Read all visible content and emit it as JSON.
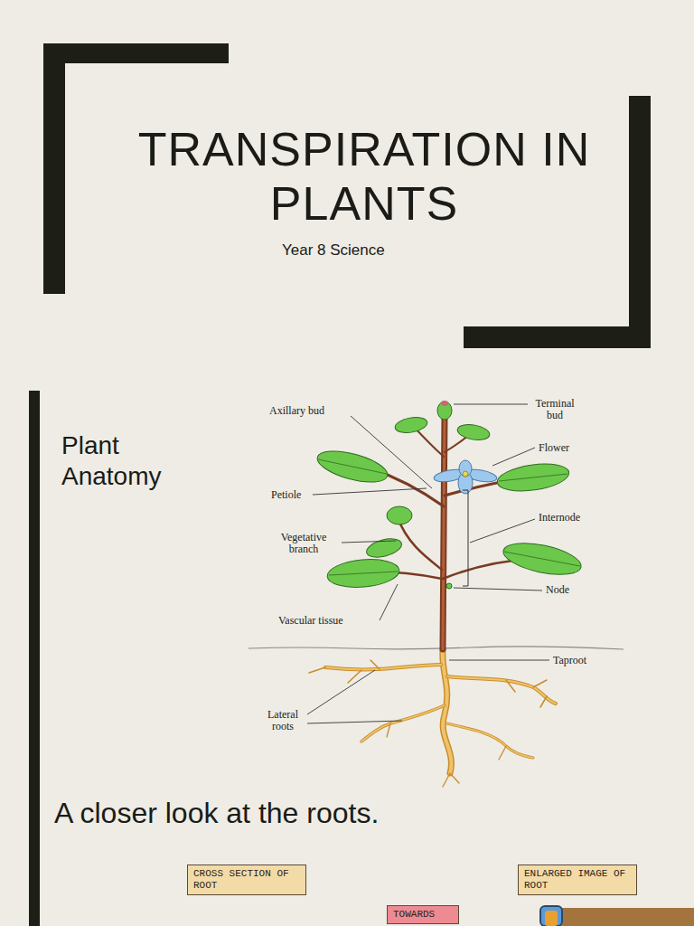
{
  "diagram": {
    "title": "TRANSPIRATION IN PLANTS",
    "nodes": [
      {
        "text": [
          "CROSS SECTION OF ROOT"
        ]
      },
      {
        "text": [
          "ENLARGED IMAGE OF ROOT"
        ]
      },
      {
        "text": [
          "TOWARDS"
        ]
      }
    ],
    "labels": [
      "Year 8 Science",
      "Plant Anatomy",
      "Axillary bud",
      "Terminal bud",
      "Flower",
      "Petiole",
      "Internode",
      "Vegetative branch",
      "Node",
      "Vascular tissue",
      "Taproot",
      "Lateral roots",
      "A closer look at the roots."
    ]
  }
}
